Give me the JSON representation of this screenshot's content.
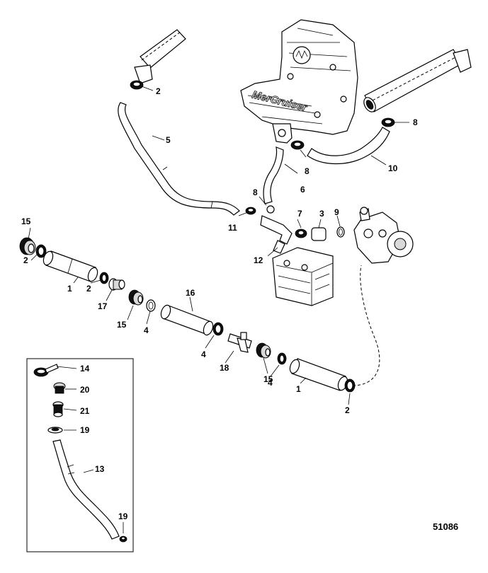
{
  "figure_number": "51086",
  "brand_text": "MerCruiser",
  "part_labels": {
    "p1a": "1",
    "p1b": "1",
    "p2a": "2",
    "p2b": "2",
    "p2c": "2",
    "p2d": "2",
    "p3": "3",
    "p4a": "4",
    "p4b": "4",
    "p4c": "4",
    "p5": "5",
    "p6": "6",
    "p7": "7",
    "p8a": "8",
    "p8b": "8",
    "p8c": "8",
    "p9": "9",
    "p10": "10",
    "p11": "11",
    "p12": "12",
    "p13": "13",
    "p14": "14",
    "p15a": "15",
    "p15b": "15",
    "p15c": "15",
    "p16": "16",
    "p17": "17",
    "p18": "18",
    "p19a": "19",
    "p19b": "19",
    "p20": "20",
    "p21": "21"
  }
}
